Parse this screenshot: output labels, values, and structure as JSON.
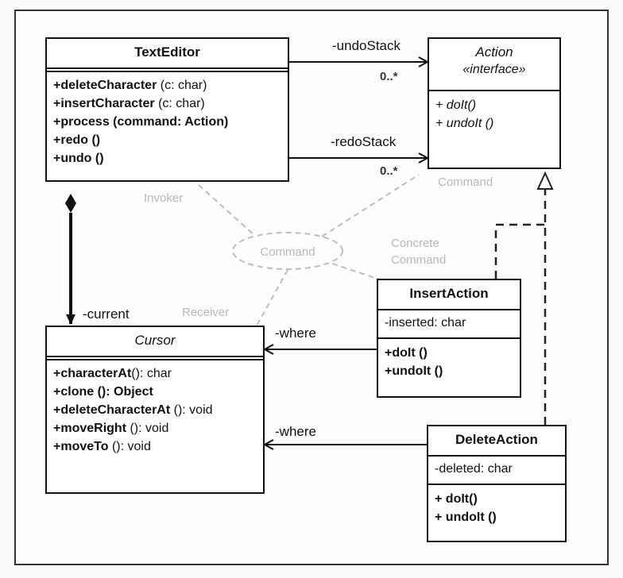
{
  "classes": {
    "text_editor": {
      "name": "TextEditor",
      "ops": [
        {
          "name": "+deleteCharacter",
          "rest": " (c:  char)"
        },
        {
          "name": "+insertCharacter",
          "rest": " (c:  char)"
        },
        {
          "name": "+process (command: Action)",
          "rest": ""
        },
        {
          "name": "+redo ()",
          "rest": ""
        },
        {
          "name": "+undo ()",
          "rest": ""
        }
      ]
    },
    "action": {
      "name": "Action",
      "stereotype": "«interface»",
      "ops": [
        "+ doIt()",
        "+ undoIt ()"
      ]
    },
    "cursor": {
      "name": "Cursor",
      "ops": [
        {
          "name": "+characterAt",
          "rest": "():  char"
        },
        {
          "name": "+clone",
          "rest": " (): Object"
        },
        {
          "name": "+deleteCharacterAt",
          "rest": " ():  void"
        },
        {
          "name": "+moveRight",
          "rest": "  ():  void"
        },
        {
          "name": "+moveTo",
          "rest": " ():  void"
        }
      ]
    },
    "insert_action": {
      "name": "InsertAction",
      "attr": "-inserted:  char",
      "ops": [
        "+doIt ()",
        "+undoIt ()"
      ]
    },
    "delete_action": {
      "name": "DeleteAction",
      "attr": "-deleted:  char",
      "ops": [
        "+ doIt()",
        "+ undoIt ()"
      ]
    }
  },
  "associations": {
    "undo_stack": "-undoStack",
    "redo_stack": "-redoStack",
    "undo_mult": "0..*",
    "redo_mult": "0..*",
    "current": "-current",
    "where_insert": "-where",
    "where_delete": "-where"
  },
  "collaboration": {
    "name": "Command",
    "roles": {
      "invoker": "Invoker",
      "command": "Command",
      "concrete_command": "Concrete Command",
      "receiver": "Receiver"
    }
  },
  "colors": {
    "line": "#111111",
    "pattern_line": "#bdbdbd",
    "pattern_text": "#b8b8b8"
  }
}
